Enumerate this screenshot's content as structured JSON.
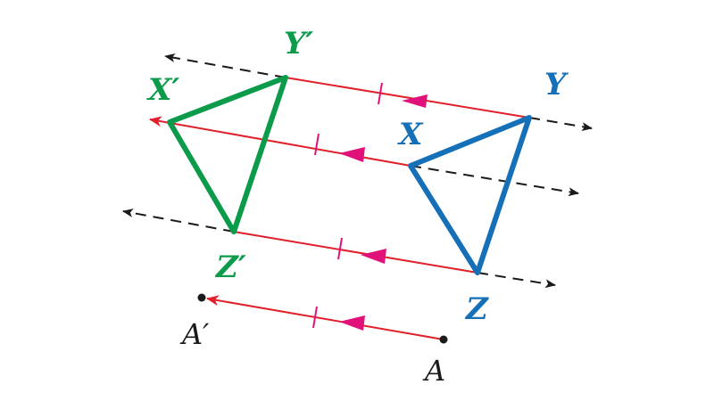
{
  "colors": {
    "background": "#ffffff",
    "image_triangle": "#0b9b4b",
    "preimage_triangle": "#1670b8",
    "translation_vector": "#e0202a",
    "tick_and_arrowhead": "#e0127a",
    "parallel_line": "#1a1a1a",
    "point_text": "#1a1a1a"
  },
  "labels": {
    "x_prime": "X′",
    "y_prime": "Y′",
    "z_prime": "Z′",
    "x": "X",
    "y": "Y",
    "z": "Z",
    "a_prime": "A′",
    "a": "A"
  },
  "icons": {
    "direction_marker": "magenta-triangle-arrowhead",
    "congruence_mark": "single-tick-mark",
    "vector_end": "red-arrowhead",
    "line_end": "black-open-arrowhead"
  }
}
